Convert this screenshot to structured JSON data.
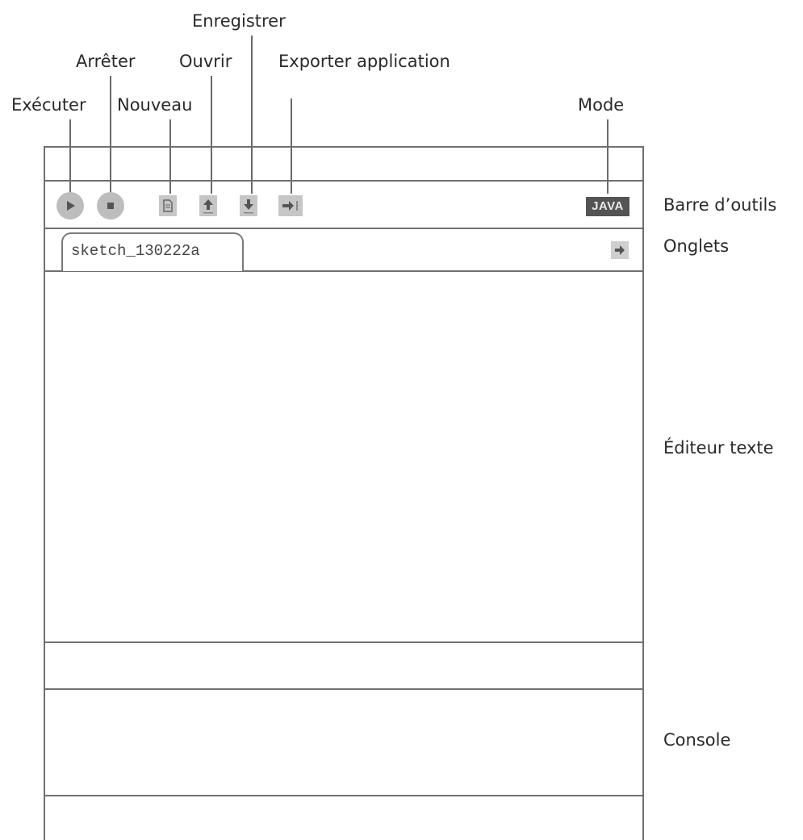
{
  "callouts": {
    "executer": "Exécuter",
    "arreter": "Arrêter",
    "nouveau": "Nouveau",
    "ouvrir": "Ouvrir",
    "enregistrer": "Enregistrer",
    "exporter": "Exporter application",
    "mode": "Mode"
  },
  "regions": {
    "toolbar": "Barre d’outils",
    "tabs": "Onglets",
    "editor": "Éditeur texte",
    "console": "Console"
  },
  "ide": {
    "tab_label": "sketch_130222a",
    "mode_label": "JAVA"
  },
  "colors": {
    "frame": "#707070",
    "button": "#bdbdbd",
    "icon": "#555555",
    "mode_badge": "#545454"
  },
  "icons": [
    "play-icon",
    "stop-icon",
    "new-file-icon",
    "open-arrow-up-icon",
    "save-arrow-down-icon",
    "export-icon",
    "tab-menu-arrow-icon"
  ]
}
